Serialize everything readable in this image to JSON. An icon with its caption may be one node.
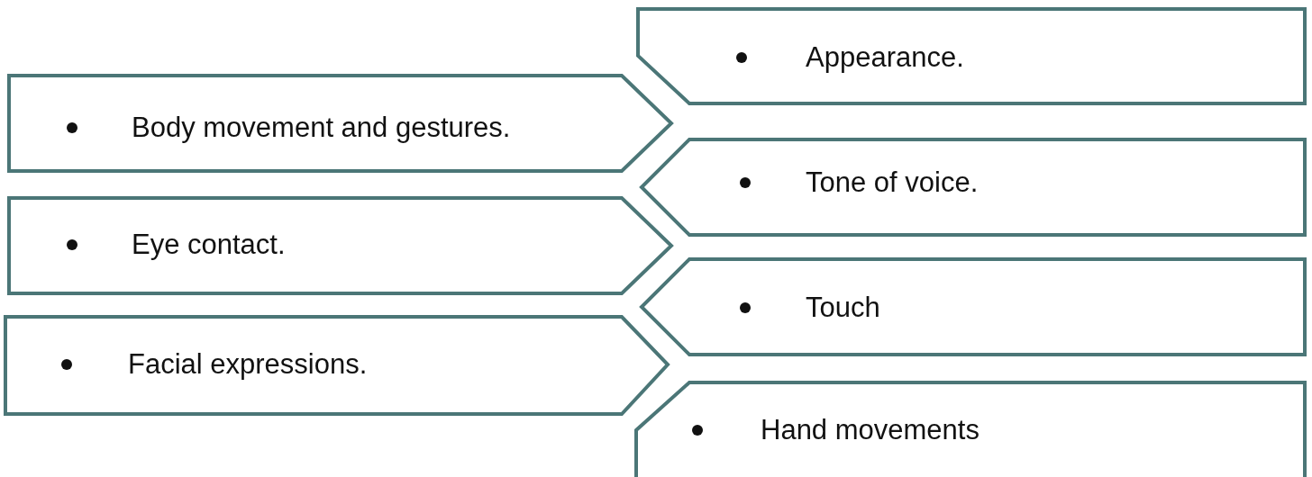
{
  "diagram": {
    "nodes": [
      {
        "text": [
          "Appearance."
        ]
      },
      {
        "text": [
          "Body movement and gestures."
        ]
      },
      {
        "text": [
          "Tone of voice."
        ]
      },
      {
        "text": [
          "Eye contact."
        ]
      },
      {
        "text": [
          "Touch"
        ]
      },
      {
        "text": [
          "Facial expressions."
        ]
      },
      {
        "text": [
          "Hand movements"
        ]
      }
    ],
    "edges": []
  }
}
